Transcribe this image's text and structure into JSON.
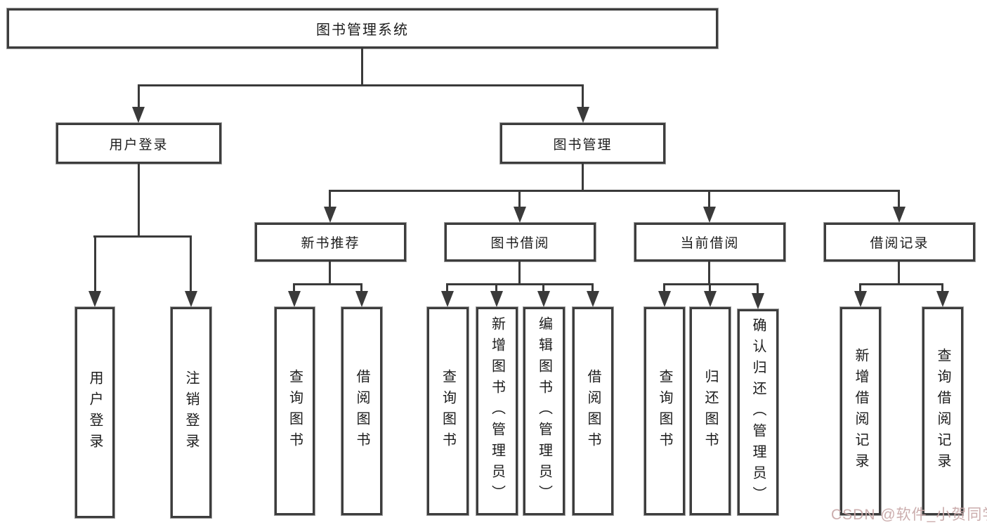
{
  "diagram": {
    "title": "图书管理系统",
    "branches": [
      {
        "label": "用户登录",
        "children": [
          {
            "label": "用户登录"
          },
          {
            "label": "注销登录"
          }
        ]
      },
      {
        "label": "图书管理",
        "children": [
          {
            "label": "新书推荐",
            "children": [
              {
                "label": "查询图书"
              },
              {
                "label": "借阅图书"
              }
            ]
          },
          {
            "label": "图书借阅",
            "children": [
              {
                "label": "查询图书"
              },
              {
                "label": "新增图书（管理员）"
              },
              {
                "label": "编辑图书（管理员）"
              },
              {
                "label": "借阅图书"
              }
            ]
          },
          {
            "label": "当前借阅",
            "children": [
              {
                "label": "查询图书"
              },
              {
                "label": "归还图书"
              },
              {
                "label": "确认归还（管理员）"
              }
            ]
          },
          {
            "label": "借阅记录",
            "children": [
              {
                "label": "新增借阅记录"
              },
              {
                "label": "查询借阅记录"
              }
            ]
          }
        ]
      }
    ]
  },
  "watermark": {
    "text": "CSDN @软件_小贺同学"
  },
  "colors": {
    "line": "#3a3a3a",
    "box_border": "#3d3d3d",
    "text": "#1c1c1c",
    "watermark": "#c9a9a9",
    "background": "#ffffff"
  }
}
